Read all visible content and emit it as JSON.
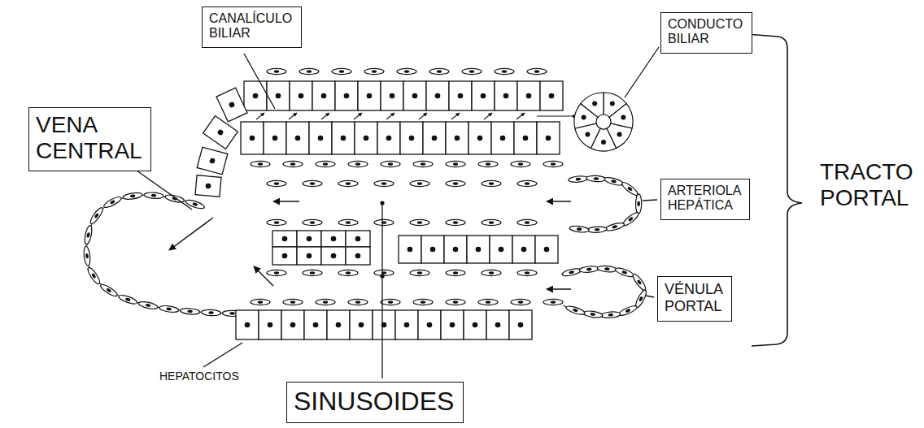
{
  "diagram": {
    "nodes": [
      {
        "text": [
          "CANALÍCULO BILIAR"
        ]
      },
      {
        "text": [
          "CONDUCTO BILIAR"
        ]
      },
      {
        "text": [
          "VENA CENTRAL"
        ]
      },
      {
        "text": [
          "ARTERIOLA HEPÁTICA"
        ]
      },
      {
        "text": [
          "VÉNULA PORTAL"
        ]
      },
      {
        "text": [
          "SINUSOIDES"
        ]
      }
    ],
    "labels": [
      "TRACTO PORTAL",
      "HEPATOCITOS"
    ]
  }
}
